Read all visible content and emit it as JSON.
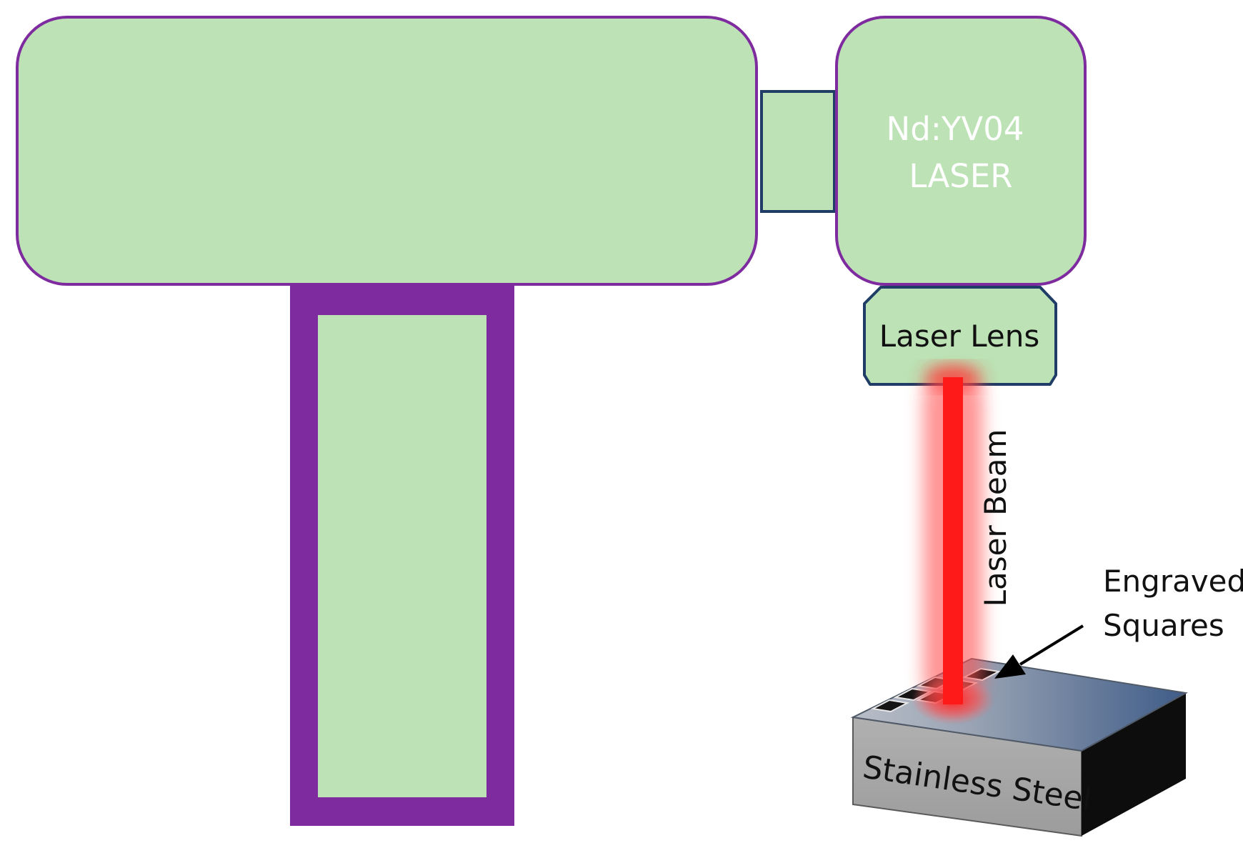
{
  "diagram": {
    "laser_label_line1": "Nd:YV04",
    "laser_label_line2": "LASER",
    "lens_label": "Laser Lens",
    "beam_label": "Laser Beam",
    "engraved_label_line1": "Engraved",
    "engraved_label_line2": "Squares",
    "workpiece_label": "Stainless Steel"
  },
  "colors": {
    "body_fill": "#bce2b5",
    "body_outline": "#7f2ba0",
    "lens_outline": "#1f3d66",
    "beam": "#ff1a1a",
    "beam_glow": "#ff5a5a",
    "steel_front": "#a6a6a6",
    "steel_side": "#0d0d0d",
    "steel_top_light": "#b6bcc6",
    "steel_top_dark": "#3d5a86",
    "arrow": "#000000"
  }
}
